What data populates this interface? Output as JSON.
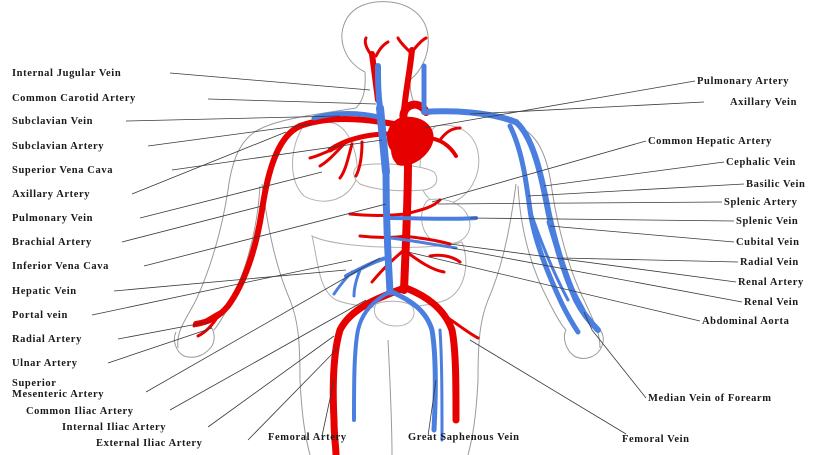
{
  "colors": {
    "artery": "#e60000",
    "vein": "#4a7fe0",
    "outline": "#9a9a9a",
    "text": "#1a1a1a"
  },
  "labels_left": [
    "Internal Jugular Vein",
    "Common Carotid Artery",
    "Subclavian Vein",
    "Subclavian Artery",
    "Superior Vena Cava",
    "Axillary Artery",
    "Pulmonary Vein",
    "Brachial Artery",
    "Inferior Vena Cava",
    "Hepatic Vein",
    "Portal vein",
    "Radial Artery",
    "Ulnar Artery",
    "Superior",
    "Mesenteric Artery",
    "Common Iliac Artery",
    "Internal Iliac Artery",
    "External Iliac Artery"
  ],
  "labels_right": [
    "Pulmonary Artery",
    "Axillary Vein",
    "Common Hepatic Artery",
    "Cephalic Vein",
    "Basilic Vein",
    "Splenic Artery",
    "Splenic Vein",
    "Cubital Vein",
    "Radial Vein",
    "Renal Artery",
    "Renal Vein",
    "Abdominal Aorta",
    "Median Vein of Forearm"
  ],
  "labels_bottom": [
    "Femoral Artery",
    "Great Saphenous Vein",
    "Femoral Vein"
  ]
}
